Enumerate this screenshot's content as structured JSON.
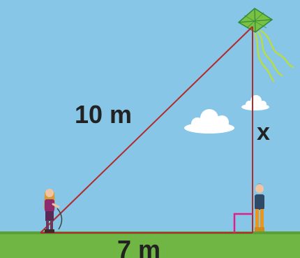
{
  "labels": {
    "hypotenuse": "10 m",
    "base": "7 m",
    "height": "x"
  },
  "colors": {
    "sky": "#87c6e6",
    "ground": "#6fb644",
    "ground_edge": "#5aa036",
    "triangle_lines": "#b22b2b",
    "right_angle_marker": "#e0208a",
    "cloud": "#ffffff",
    "kite": "#7ac143",
    "kite_dark": "#2f8a3a",
    "kite_tail": "#b6dc4a",
    "label_text": "#222222"
  }
}
